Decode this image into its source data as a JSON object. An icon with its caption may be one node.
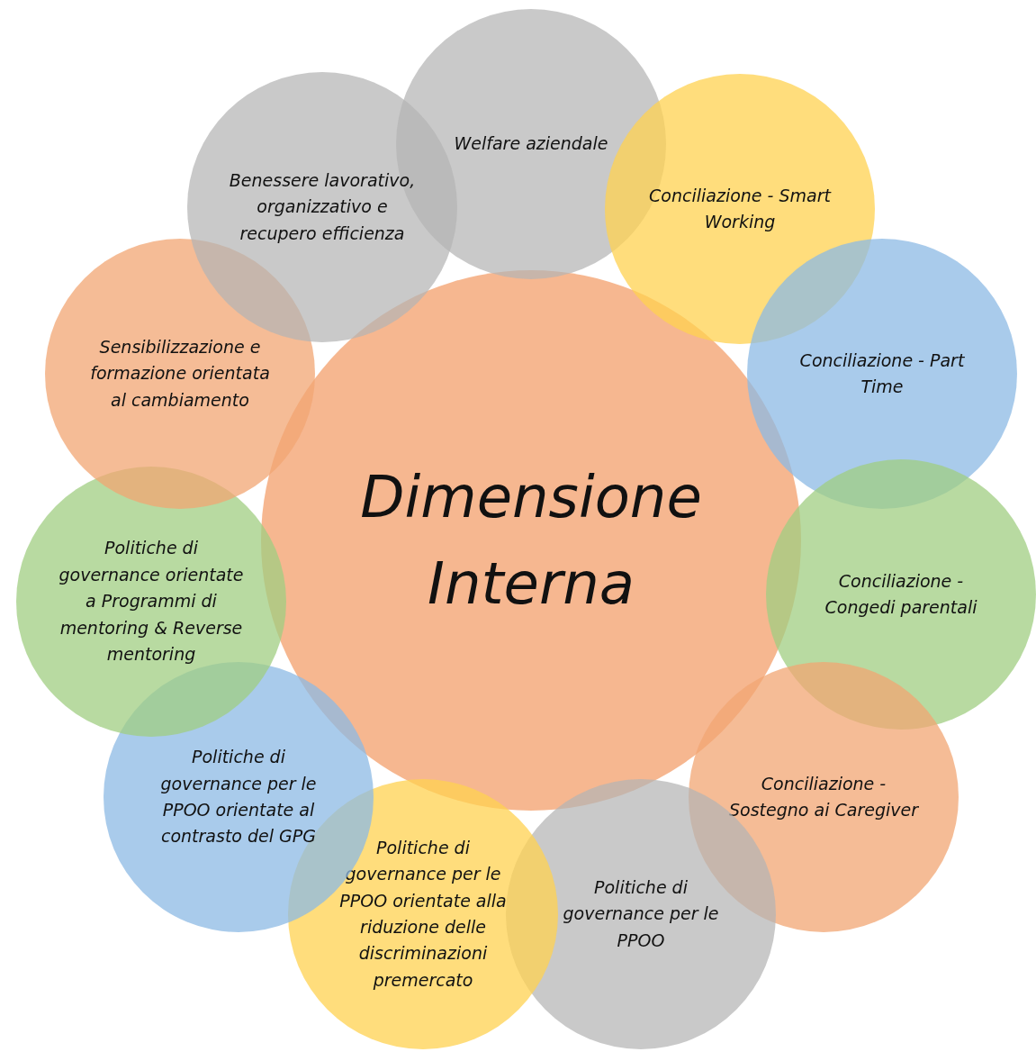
{
  "diagram": {
    "nodes": [
      {
        "text": [
          "Dimensione Interna"
        ]
      },
      {
        "text": [
          "Welfare aziendale"
        ]
      },
      {
        "text": [
          "Conciliazione - Smart Working"
        ]
      },
      {
        "text": [
          "Conciliazione - Part Time"
        ]
      },
      {
        "text": [
          "Conciliazione - Congedi parentali"
        ]
      },
      {
        "text": [
          "Conciliazione - Sostegno ai Caregiver"
        ]
      },
      {
        "text": [
          "Politiche di governance per le PPOO"
        ]
      },
      {
        "text": [
          "Politiche di governance per le PPOO orientate alla riduzione delle discriminazioni premercato"
        ]
      },
      {
        "text": [
          "Politiche di governance per le PPOO orientate al contrasto del GPG"
        ]
      },
      {
        "text": [
          "Politiche di governance orientate a Programmi di mentoring & Reverse mentoring"
        ]
      },
      {
        "text": [
          "Sensibilizzazione e formazione orientata al cambiamento"
        ]
      },
      {
        "text": [
          "Benessere lavorativo, organizzativo e recupero efficienza"
        ]
      }
    ]
  }
}
